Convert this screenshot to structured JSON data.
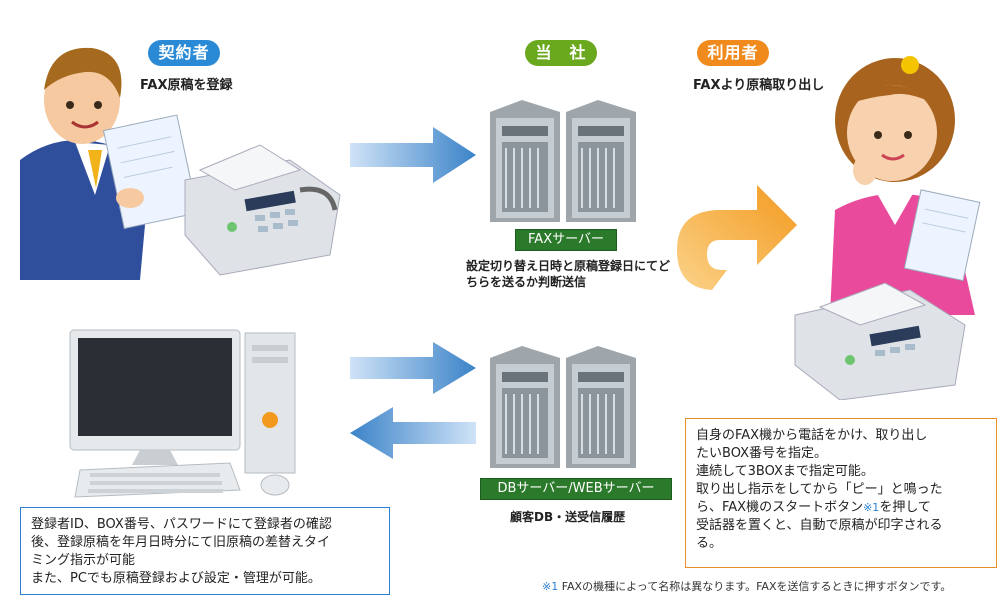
{
  "roles": {
    "contractor": {
      "label": "契約者",
      "caption": "FAX原稿を登録",
      "color": "#2a8ad6"
    },
    "company": {
      "label": "当　社",
      "color": "#6aa81e"
    },
    "user": {
      "label": "利用者",
      "caption": "FAXより原稿取り出し",
      "color": "#f08a1c"
    }
  },
  "servers": {
    "fax": {
      "label": "FAXサーバー",
      "caption_line1": "設定切り替え日時と原稿登録日にてど",
      "caption_line2": "ちらを送るか判断送信"
    },
    "db": {
      "label": "DBサーバー/WEBサーバー",
      "caption": "顧客DB・送受信履歴"
    }
  },
  "left_box": {
    "lines": [
      "登録者ID、BOX番号、パスワードにて登録者の確認",
      "後、登録原稿を年月日時分にて旧原稿の差替えタイ",
      "ミング指示が可能",
      "また、PCでも原稿登録および設定・管理が可能。"
    ],
    "border_color": "#2a7fd0"
  },
  "right_box": {
    "lines": [
      "自身のFAX機から電話をかけ、取り出し",
      "たいBOX番号を指定。",
      "連続して3BOXまで指定可能。",
      "取り出し指示をしてから「ピー」と鳴った",
      "ら、FAX機のスタートボタン",
      "※1",
      "を押して",
      "受話器を置くと、自動で原稿が印字される",
      "る。"
    ],
    "border_color": "#e8902a"
  },
  "footnote": {
    "mark": "※1",
    "text": " FAXの機種によって名称は異なります。FAXを送信するときに押すボタンです。"
  }
}
